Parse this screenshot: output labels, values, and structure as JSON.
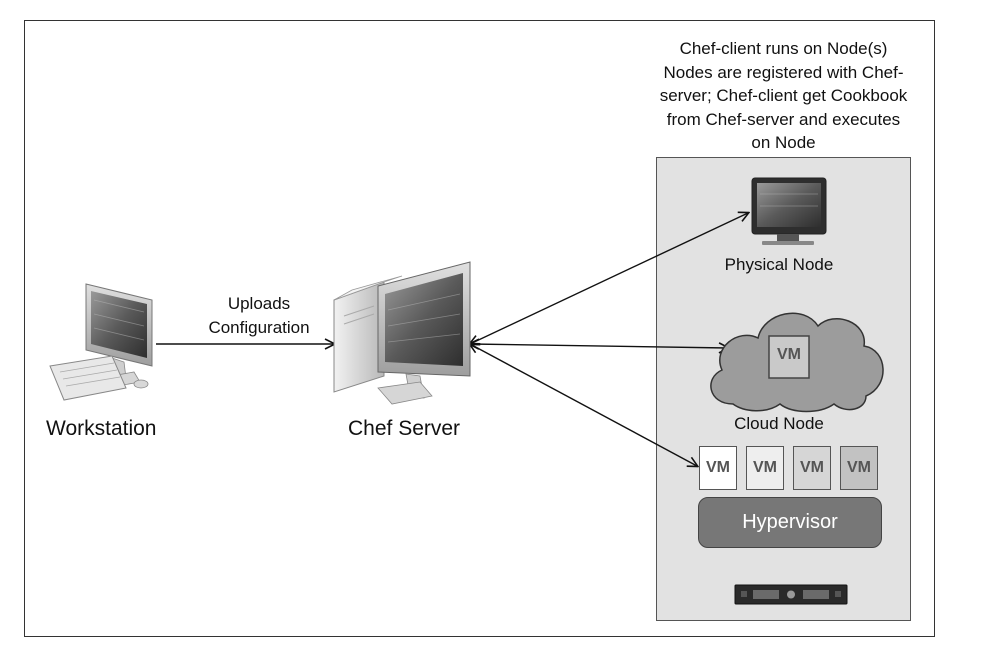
{
  "workstation": {
    "label": "Workstation"
  },
  "chef_server": {
    "label": "Chef Server"
  },
  "upload_edge": {
    "label": "Uploads Configuration"
  },
  "node_description": {
    "text": "Chef-client runs on Node(s) Nodes are registered with Chef-server; Chef-client get Cookbook from Chef-server and executes on Node"
  },
  "physical_node": {
    "label": "Physical Node"
  },
  "cloud_node": {
    "label": "Cloud Node",
    "vm_label": "VM"
  },
  "vms": [
    "VM",
    "VM",
    "VM",
    "VM"
  ],
  "hypervisor": {
    "label": "Hypervisor"
  }
}
